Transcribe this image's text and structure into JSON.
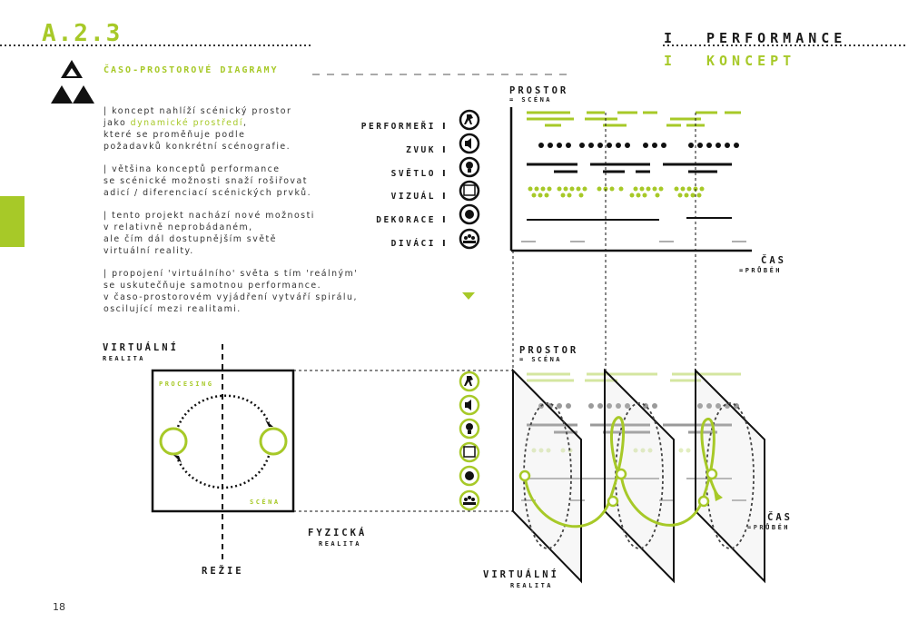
{
  "header": {
    "code": "A.2.3",
    "title_line1": "PERFORMANCE",
    "title_line2": "KONCEPT",
    "line_bar": "I"
  },
  "section": {
    "icon": "recycle-icon",
    "title": "ČASO-PROSTOROVÉ DIAGRAMY"
  },
  "paragraphs": {
    "p1_a": "| koncept nahlíží scénický prostor",
    "p1_b": "jako",
    "p1_hl": "dynamické prostředí",
    "p1_c": ",",
    "p1_d": "které se proměňuje podle",
    "p1_e": "požadavků konkrétní scénografie.",
    "p2": [
      "| většina konceptů performance",
      "se scénické možnosti snaží rošiřovat",
      "adicí / diferenciací scénických prvků."
    ],
    "p3": [
      "| tento projekt nachází nové možnosti",
      "v relativně neprobádaném,",
      "ale čím dál dostupnějším světě",
      "virtuální reality."
    ],
    "p4": [
      "| propojení 'virtuálního' světa s tím 'reálným'",
      "se uskutečňuje samotnou performance.",
      "v časo-prostorovém vyjádření vytváří spirálu,",
      "oscilující mezi realitami."
    ]
  },
  "rows": [
    {
      "label": "PERFORMEŘI",
      "bar": "I",
      "icon": "runner-icon"
    },
    {
      "label": "ZVUK",
      "bar": "I",
      "icon": "speaker-icon"
    },
    {
      "label": "SVĚTLO",
      "bar": "I",
      "icon": "bulb-icon"
    },
    {
      "label": "VIZUÁL",
      "bar": "I",
      "icon": "screen-icon"
    },
    {
      "label": "DEKORACE",
      "bar": "I",
      "icon": "flower-icon"
    },
    {
      "label": "DIVÁCI",
      "bar": "I",
      "icon": "audience-icon"
    }
  ],
  "top_diagram": {
    "prostor": "PROSTOR",
    "scena": "= SCÉNA",
    "cas": "ČAS",
    "prubeh": "=PRŮBĚH"
  },
  "left_diagram": {
    "virtualni": "VIRTUÁLNÍ",
    "realita_top": "REALITA",
    "procesing": "PROCESING",
    "scena": "SCÉNA",
    "fyzicka": "FYZICKÁ",
    "realita_bottom": "REALITA",
    "rezie": "REŽIE"
  },
  "bottom_diagram": {
    "prostor": "PROSTOR",
    "scena": "= SCÉNA",
    "cas": "ČAS",
    "prubeh": "=PRŮBĚH",
    "virtualni": "VIRTUÁLNÍ",
    "realita": "REALITA"
  },
  "page_number": "18",
  "colors": {
    "accent": "#a7c928",
    "dark": "#1a1a1a",
    "grey": "#9a9a9a"
  }
}
